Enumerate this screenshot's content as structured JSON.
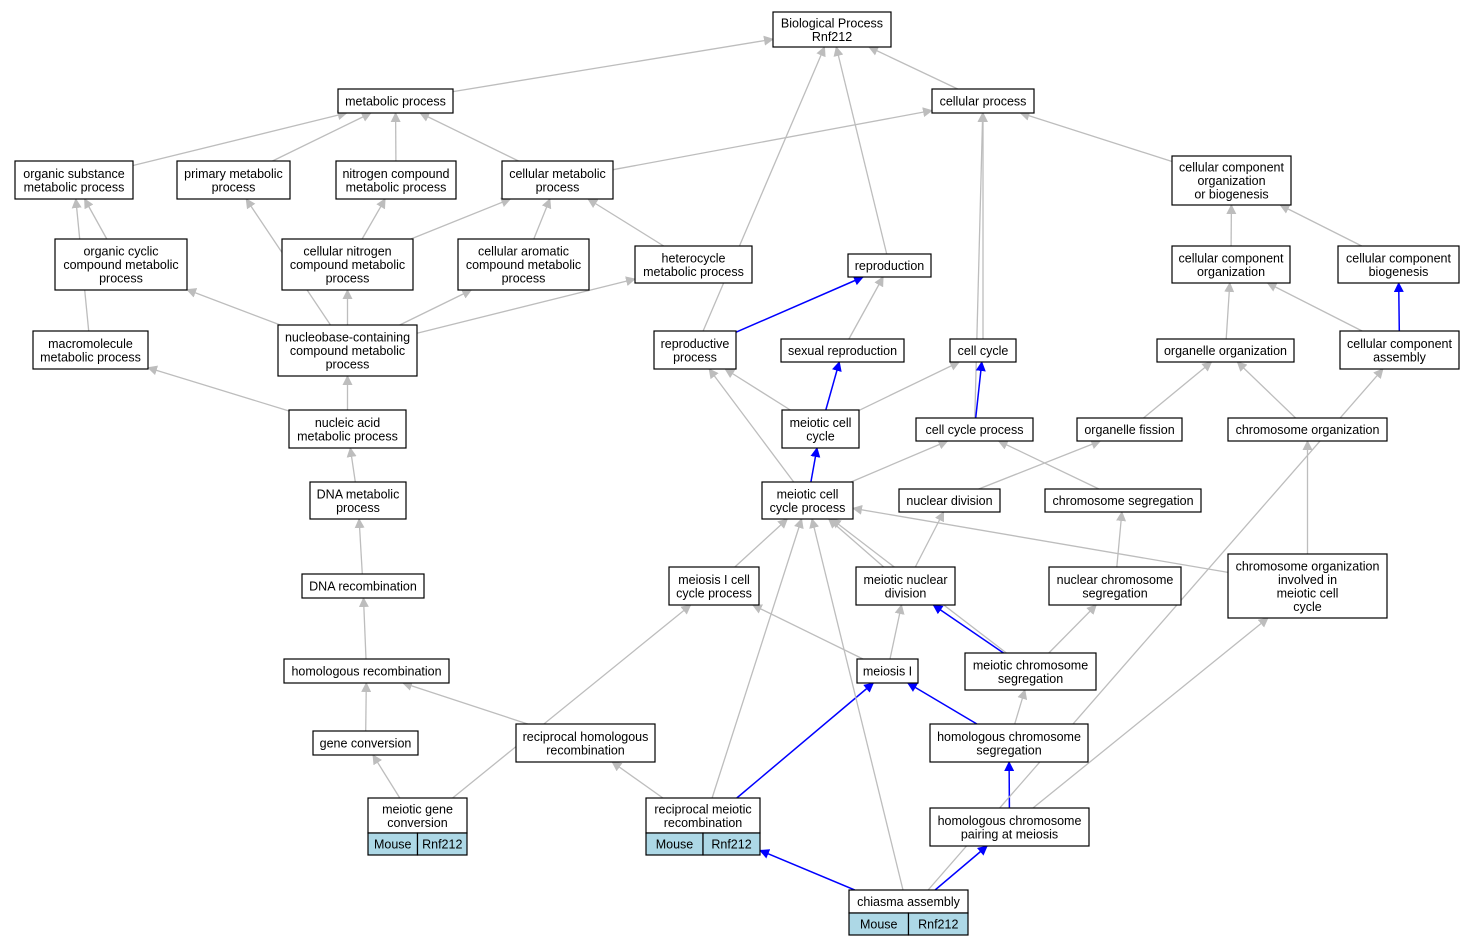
{
  "nodes": {
    "root": [
      "Biological Process",
      "Rnf212"
    ],
    "metabolic": [
      "metabolic process"
    ],
    "cellular": [
      "cellular process"
    ],
    "orgsub": [
      "organic substance",
      "metabolic process"
    ],
    "primary": [
      "primary metabolic",
      "process"
    ],
    "nitrogen": [
      "nitrogen compound",
      "metabolic process"
    ],
    "cellmet": [
      "cellular metabolic",
      "process"
    ],
    "ccob": [
      "cellular component",
      "organization",
      "or biogenesis"
    ],
    "orgcyc": [
      "organic cyclic",
      "compound metabolic",
      "process"
    ],
    "cellnit": [
      "cellular nitrogen",
      "compound metabolic",
      "process"
    ],
    "cellarom": [
      "cellular aromatic",
      "compound metabolic",
      "process"
    ],
    "hetero": [
      "heterocycle",
      "metabolic process"
    ],
    "reproduction": [
      "reproduction"
    ],
    "cco": [
      "cellular component",
      "organization"
    ],
    "ccb": [
      "cellular component",
      "biogenesis"
    ],
    "macro": [
      "macromolecule",
      "metabolic process"
    ],
    "nucbase": [
      "nucleobase-containing",
      "compound metabolic",
      "process"
    ],
    "reproproc": [
      "reproductive",
      "process"
    ],
    "sexrep": [
      "sexual reproduction"
    ],
    "cellcycle": [
      "cell cycle"
    ],
    "orgorg": [
      "organelle organization"
    ],
    "cca": [
      "cellular component",
      "assembly"
    ],
    "nucacid": [
      "nucleic acid",
      "metabolic process"
    ],
    "meioticcc": [
      "meiotic cell",
      "cycle"
    ],
    "ccp": [
      "cell cycle process"
    ],
    "orgfis": [
      "organelle fission"
    ],
    "chromorg": [
      "chromosome organization"
    ],
    "dnamet": [
      "DNA metabolic",
      "process"
    ],
    "mccp": [
      "meiotic cell",
      "cycle process"
    ],
    "nucdiv": [
      "nuclear division"
    ],
    "chromseg": [
      "chromosome segregation"
    ],
    "dnarec": [
      "DNA recombination"
    ],
    "m1ccp": [
      "meiosis I cell",
      "cycle process"
    ],
    "mnd": [
      "meiotic nuclear",
      "division"
    ],
    "ncs": [
      "nuclear chromosome",
      "segregation"
    ],
    "coimc": [
      "chromosome organization",
      "involved in",
      "meiotic cell",
      "cycle"
    ],
    "homrec": [
      "homologous recombination"
    ],
    "meiosis1": [
      "meiosis I"
    ],
    "mcs": [
      "meiotic chromosome",
      "segregation"
    ],
    "geneconv": [
      "gene conversion"
    ],
    "rhr": [
      "reciprocal homologous",
      "recombination"
    ],
    "hcs": [
      "homologous chromosome",
      "segregation"
    ],
    "mgc": [
      "meiotic gene",
      "conversion"
    ],
    "rmr": [
      "reciprocal meiotic",
      "recombination"
    ],
    "hcpm": [
      "homologous chromosome",
      "pairing at meiosis"
    ],
    "chiasma": [
      "chiasma assembly"
    ]
  },
  "annotations": {
    "mgc": [
      "Mouse",
      "Rnf212"
    ],
    "rmr": [
      "Mouse",
      "Rnf212"
    ],
    "chiasma": [
      "Mouse",
      "Rnf212"
    ]
  },
  "edges": [
    {
      "from": "metabolic",
      "to": "root",
      "color": "grey"
    },
    {
      "from": "cellular",
      "to": "root",
      "color": "grey"
    },
    {
      "from": "reproduction",
      "to": "root",
      "color": "grey"
    },
    {
      "from": "reproproc",
      "to": "root",
      "color": "grey"
    },
    {
      "from": "orgsub",
      "to": "metabolic",
      "color": "grey"
    },
    {
      "from": "primary",
      "to": "metabolic",
      "color": "grey"
    },
    {
      "from": "nitrogen",
      "to": "metabolic",
      "color": "grey"
    },
    {
      "from": "cellmet",
      "to": "metabolic",
      "color": "grey"
    },
    {
      "from": "cellmet",
      "to": "cellular",
      "color": "grey"
    },
    {
      "from": "ccob",
      "to": "cellular",
      "color": "grey"
    },
    {
      "from": "cellcycle",
      "to": "cellular",
      "color": "grey"
    },
    {
      "from": "ccp",
      "to": "cellular",
      "color": "grey"
    },
    {
      "from": "orgcyc",
      "to": "orgsub",
      "color": "grey"
    },
    {
      "from": "macro",
      "to": "orgsub",
      "color": "grey"
    },
    {
      "from": "cellnit",
      "to": "nitrogen",
      "color": "grey"
    },
    {
      "from": "cellnit",
      "to": "cellmet",
      "color": "grey"
    },
    {
      "from": "cellarom",
      "to": "cellmet",
      "color": "grey"
    },
    {
      "from": "hetero",
      "to": "cellmet",
      "color": "grey"
    },
    {
      "from": "nucbase",
      "to": "primary",
      "color": "grey"
    },
    {
      "from": "nucbase",
      "to": "orgcyc",
      "color": "grey"
    },
    {
      "from": "nucbase",
      "to": "cellnit",
      "color": "grey"
    },
    {
      "from": "nucbase",
      "to": "cellarom",
      "color": "grey"
    },
    {
      "from": "nucbase",
      "to": "hetero",
      "color": "grey"
    },
    {
      "from": "nucacid",
      "to": "macro",
      "color": "grey"
    },
    {
      "from": "nucacid",
      "to": "nucbase",
      "color": "grey"
    },
    {
      "from": "dnamet",
      "to": "nucacid",
      "color": "grey"
    },
    {
      "from": "dnarec",
      "to": "dnamet",
      "color": "grey"
    },
    {
      "from": "homrec",
      "to": "dnarec",
      "color": "grey"
    },
    {
      "from": "geneconv",
      "to": "homrec",
      "color": "grey"
    },
    {
      "from": "rhr",
      "to": "homrec",
      "color": "grey"
    },
    {
      "from": "mgc",
      "to": "geneconv",
      "color": "grey"
    },
    {
      "from": "mgc",
      "to": "m1ccp",
      "color": "grey"
    },
    {
      "from": "rmr",
      "to": "rhr",
      "color": "grey"
    },
    {
      "from": "rmr",
      "to": "mccp",
      "color": "grey"
    },
    {
      "from": "rmr",
      "to": "meiosis1",
      "color": "blue"
    },
    {
      "from": "reproproc",
      "to": "reproduction",
      "color": "blue"
    },
    {
      "from": "sexrep",
      "to": "reproduction",
      "color": "grey"
    },
    {
      "from": "meioticcc",
      "to": "reproproc",
      "color": "grey"
    },
    {
      "from": "meioticcc",
      "to": "sexrep",
      "color": "blue"
    },
    {
      "from": "meioticcc",
      "to": "cellcycle",
      "color": "grey"
    },
    {
      "from": "mccp",
      "to": "reproproc",
      "color": "grey"
    },
    {
      "from": "mccp",
      "to": "meioticcc",
      "color": "blue"
    },
    {
      "from": "mccp",
      "to": "ccp",
      "color": "grey"
    },
    {
      "from": "ccp",
      "to": "cellcycle",
      "color": "blue"
    },
    {
      "from": "cco",
      "to": "ccob",
      "color": "grey"
    },
    {
      "from": "ccb",
      "to": "ccob",
      "color": "grey"
    },
    {
      "from": "orgorg",
      "to": "cco",
      "color": "grey"
    },
    {
      "from": "cca",
      "to": "cco",
      "color": "grey"
    },
    {
      "from": "cca",
      "to": "ccb",
      "color": "blue"
    },
    {
      "from": "orgfis",
      "to": "orgorg",
      "color": "grey"
    },
    {
      "from": "chromorg",
      "to": "orgorg",
      "color": "grey"
    },
    {
      "from": "nucdiv",
      "to": "orgfis",
      "color": "grey"
    },
    {
      "from": "chromseg",
      "to": "ccp",
      "color": "grey"
    },
    {
      "from": "coimc",
      "to": "chromorg",
      "color": "grey"
    },
    {
      "from": "coimc",
      "to": "mccp",
      "color": "grey"
    },
    {
      "from": "m1ccp",
      "to": "mccp",
      "color": "grey"
    },
    {
      "from": "mnd",
      "to": "mccp",
      "color": "grey"
    },
    {
      "from": "mnd",
      "to": "nucdiv",
      "color": "grey"
    },
    {
      "from": "ncs",
      "to": "chromseg",
      "color": "grey"
    },
    {
      "from": "mcs",
      "to": "mccp",
      "color": "grey"
    },
    {
      "from": "mcs",
      "to": "mnd",
      "color": "blue"
    },
    {
      "from": "mcs",
      "to": "ncs",
      "color": "grey"
    },
    {
      "from": "meiosis1",
      "to": "m1ccp",
      "color": "grey"
    },
    {
      "from": "meiosis1",
      "to": "mnd",
      "color": "grey"
    },
    {
      "from": "hcs",
      "to": "meiosis1",
      "color": "blue"
    },
    {
      "from": "hcs",
      "to": "mcs",
      "color": "grey"
    },
    {
      "from": "hcpm",
      "to": "hcs",
      "color": "blue"
    },
    {
      "from": "hcpm",
      "to": "coimc",
      "color": "grey"
    },
    {
      "from": "chiasma",
      "to": "rmr",
      "color": "blue"
    },
    {
      "from": "chiasma",
      "to": "hcpm",
      "color": "blue"
    },
    {
      "from": "chiasma",
      "to": "mccp",
      "color": "grey"
    },
    {
      "from": "chiasma",
      "to": "cca",
      "color": "grey"
    }
  ],
  "colors": {
    "grey": "#bdbdbd",
    "blue": "#0000ff",
    "annotation": "#add8e6"
  }
}
